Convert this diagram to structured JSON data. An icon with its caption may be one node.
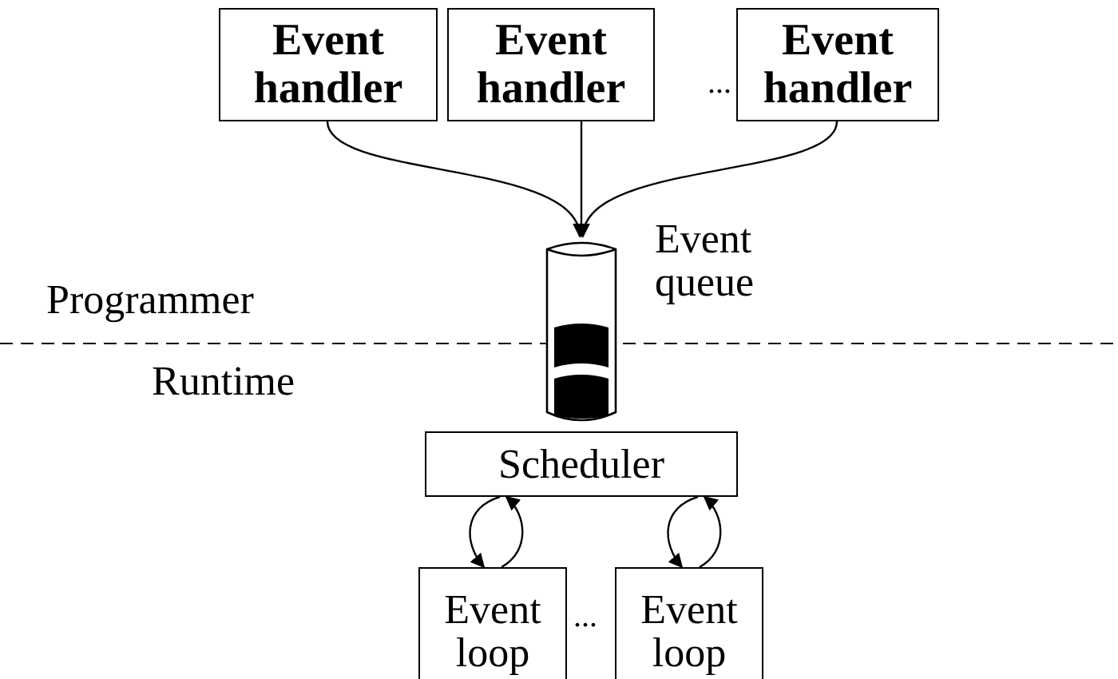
{
  "diagram": {
    "nodes": [
      {
        "text": [
          "Event handler"
        ]
      },
      {
        "text": [
          "Event handler"
        ]
      },
      {
        "text": [
          "Event handler"
        ]
      },
      {
        "text": [],
        "shape": "cylinder",
        "beside": [
          "Event queue"
        ]
      },
      {
        "text": [
          "Scheduler"
        ]
      },
      {
        "text": [
          "Event loop"
        ]
      },
      {
        "text": [
          "Event loop"
        ]
      }
    ],
    "edges": [
      {
        "from": 0,
        "to": 3,
        "arrow": "to"
      },
      {
        "from": 1,
        "to": 3,
        "arrow": "to"
      },
      {
        "from": 2,
        "to": 3,
        "arrow": "to"
      },
      {
        "from": 4,
        "to": 5,
        "arrow": "to"
      },
      {
        "from": 5,
        "to": 4,
        "arrow": "to"
      },
      {
        "from": 4,
        "to": 6,
        "arrow": "to"
      },
      {
        "from": 6,
        "to": 4,
        "arrow": "to"
      }
    ],
    "labels": [
      "...",
      "Programmer",
      "Runtime",
      "..."
    ]
  }
}
